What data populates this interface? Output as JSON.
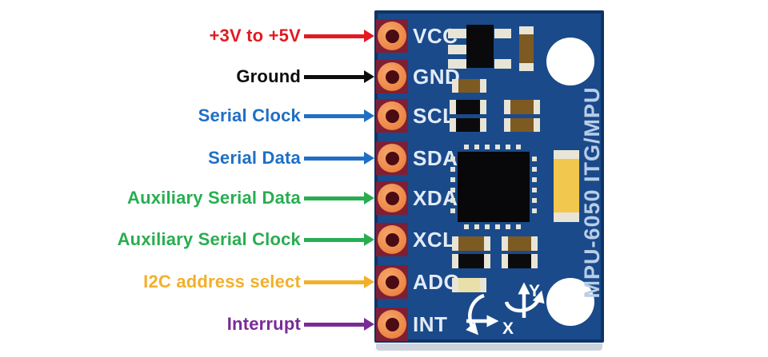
{
  "title": "MPU-6050 module pinout diagram",
  "board": {
    "silkscreen_text": "MPU-6050 ITG/MPU",
    "board_color": "#1a4a8a",
    "border_color": "#0e3466",
    "pad_color": "#7e1f36",
    "axis": {
      "x_label": "X",
      "y_label": "Y"
    }
  },
  "pins": [
    {
      "name": "VCC",
      "label": "+3V to +5V",
      "color": "#e21b22"
    },
    {
      "name": "GND",
      "label": "Ground",
      "color": "#0d0d0d"
    },
    {
      "name": "SCL",
      "label": "Serial Clock",
      "color": "#1f6fc5"
    },
    {
      "name": "SDA",
      "label": "Serial Data",
      "color": "#1f6fc5"
    },
    {
      "name": "XDA",
      "label": "Auxiliary Serial Data",
      "color": "#28ae50"
    },
    {
      "name": "XCL",
      "label": "Auxiliary Serial Clock",
      "color": "#28ae50"
    },
    {
      "name": "ADO",
      "label": "I2C address select",
      "color": "#f2b02a"
    },
    {
      "name": "INT",
      "label": "Interrupt",
      "color": "#7a2b96"
    }
  ]
}
